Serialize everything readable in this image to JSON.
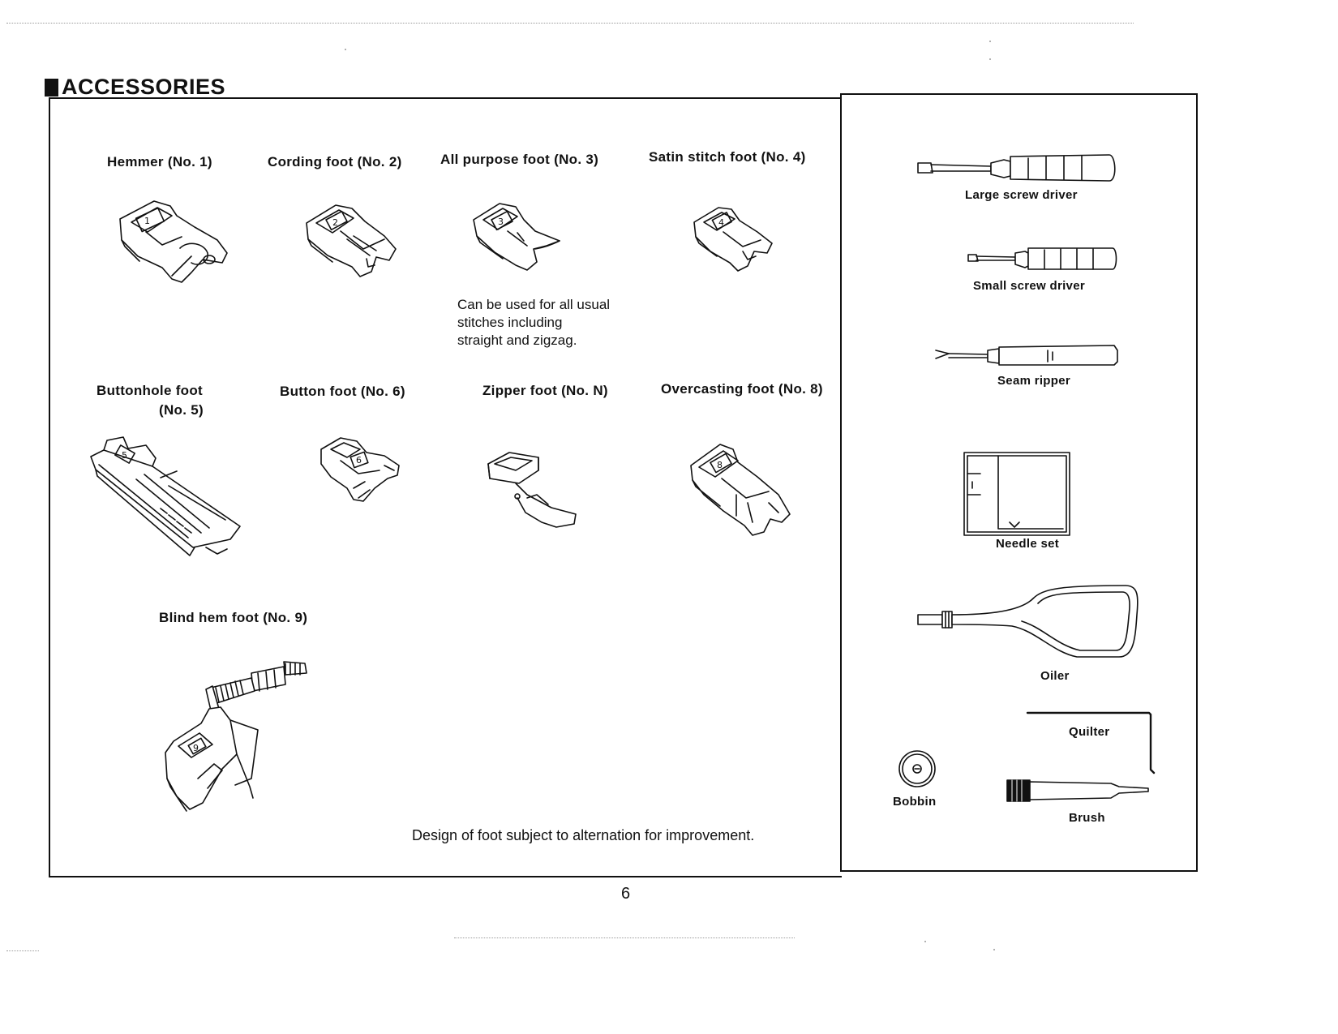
{
  "title": "ACCESSORIES",
  "page_number": "6",
  "feet": [
    {
      "id": "hemmer",
      "label": "Hemmer (No. 1)",
      "number": "1"
    },
    {
      "id": "cording",
      "label": "Cording foot (No. 2)",
      "number": "2"
    },
    {
      "id": "all-purpose",
      "label": "All purpose foot (No. 3)",
      "number": "3",
      "note": "Can be used for all usual\nstitches including\nstraight and zigzag."
    },
    {
      "id": "satin",
      "label": "Satin stitch foot (No. 4)",
      "number": "4"
    },
    {
      "id": "buttonhole",
      "label_line1": "Buttonhole foot",
      "label_line2": "(No. 5)",
      "number": "5"
    },
    {
      "id": "button",
      "label": "Button foot (No. 6)",
      "number": "6"
    },
    {
      "id": "zipper",
      "label": "Zipper foot  (No. N)"
    },
    {
      "id": "overcasting",
      "label": "Overcasting foot (No. 8)",
      "number": "8"
    },
    {
      "id": "blind-hem",
      "label": "Blind hem foot (No. 9)",
      "number": "9"
    }
  ],
  "design_note": "Design of foot subject to alternation for improvement.",
  "tools": [
    {
      "id": "large-screw-driver",
      "label": "Large screw driver"
    },
    {
      "id": "small-screw-driver",
      "label": "Small screw driver"
    },
    {
      "id": "seam-ripper",
      "label": "Seam ripper"
    },
    {
      "id": "needle-set",
      "label": "Needle set"
    },
    {
      "id": "oiler",
      "label": "Oiler"
    },
    {
      "id": "quilter",
      "label": "Quilter"
    },
    {
      "id": "bobbin",
      "label": "Bobbin"
    },
    {
      "id": "brush",
      "label": "Brush"
    }
  ]
}
